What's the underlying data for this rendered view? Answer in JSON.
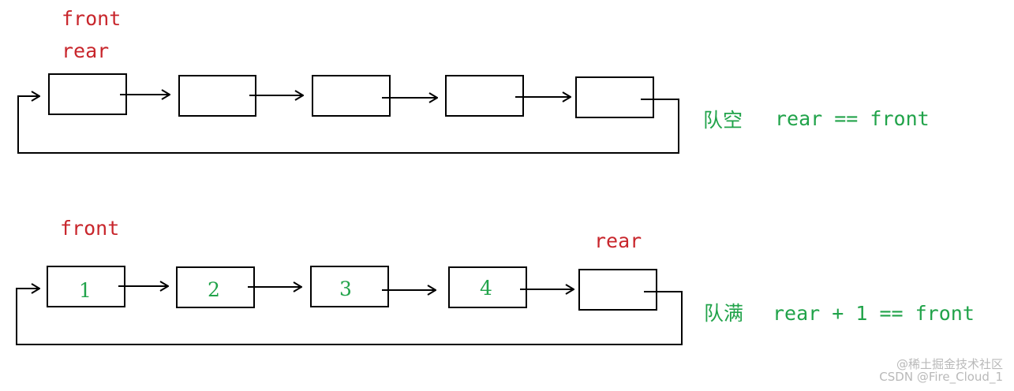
{
  "colors": {
    "pointer": "#c8262c",
    "caption": "#21a34a",
    "node_value": "#21a34a",
    "stroke": "#000000",
    "watermark": "#b9b9b9"
  },
  "empty_queue": {
    "front_label": "front",
    "rear_label": "rear",
    "state": "队空",
    "condition": "rear == front",
    "nodes": [
      "",
      "",
      "",
      "",
      ""
    ]
  },
  "full_queue": {
    "front_label": "front",
    "rear_label": "rear",
    "state": "队满",
    "condition": "rear + 1 == front",
    "nodes": [
      "1",
      "2",
      "3",
      "4",
      ""
    ]
  },
  "watermark": {
    "line1": "@稀土掘金技术社区",
    "line2": "CSDN @Fire_Cloud_1"
  }
}
